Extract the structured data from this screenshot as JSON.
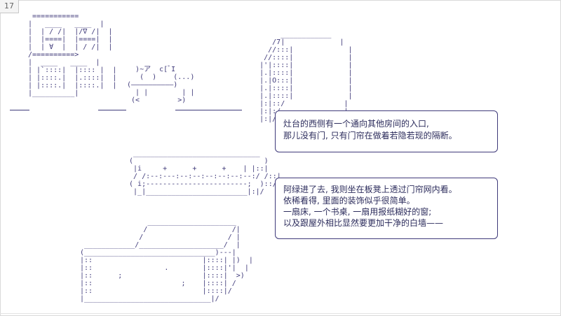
{
  "page": {
    "number": "17"
  },
  "narration": {
    "box1": {
      "lines": [
        "灶台的西侧有一个通向其他房间的入口,",
        "那儿没有门, 只有门帘在做着若隐若现的隔断。"
      ]
    },
    "box2": {
      "lines": [
        "阿绿进了去, 我则坐在板凳上透过门帘网内看。",
        "依稀看得, 里面的装饰似乎很简单。",
        "一扇床, 一个书桌, 一扇用报纸糊好的窗;",
        "以及跟屋外相比显然要更加干净的白墙——"
      ]
    }
  },
  "colors": {
    "ink": "#3f3a7a",
    "text": "#2c2c5c"
  }
}
